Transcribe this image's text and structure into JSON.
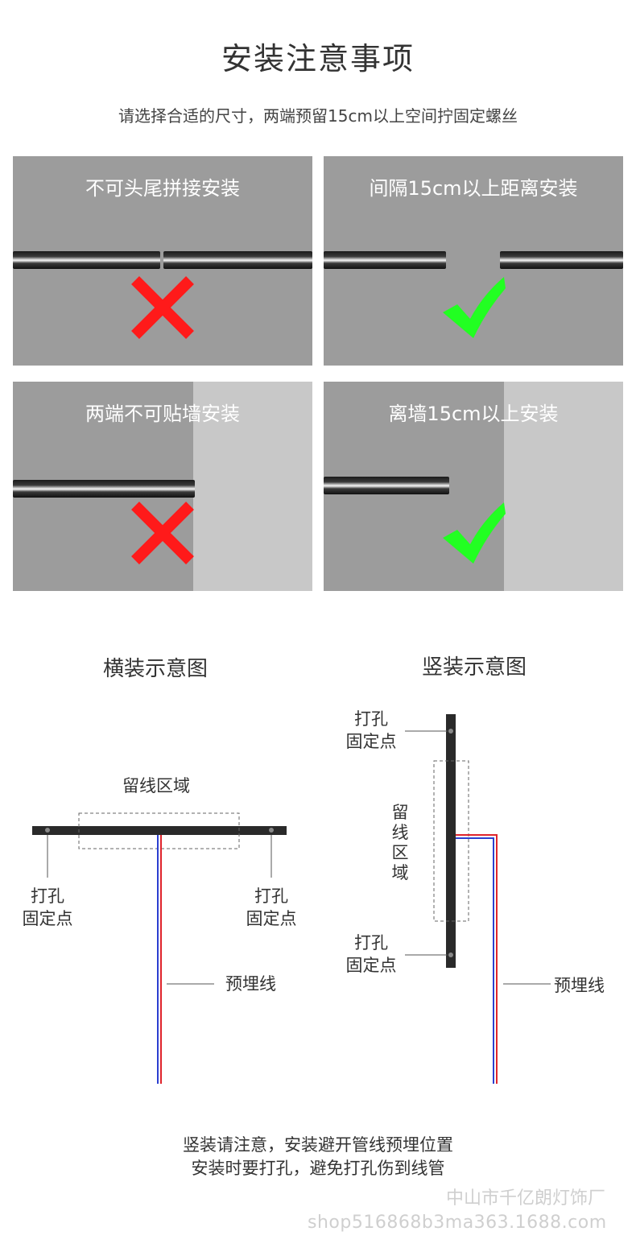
{
  "header": {
    "title": "安装注意事项",
    "subtitle": "请选择合适的尺寸，两端预留15cm以上空间拧固定螺丝"
  },
  "panels": [
    {
      "label": "不可头尾拼接安装",
      "verdict": "wrong"
    },
    {
      "label": "间隔15cm以上距离安装",
      "verdict": "correct"
    },
    {
      "label": "两端不可贴墙安装",
      "verdict": "wrong"
    },
    {
      "label": "离墙15cm以上安装",
      "verdict": "correct"
    }
  ],
  "horizontal": {
    "title": "横装示意图",
    "wire_zone": "留线区域",
    "left_hole": [
      "打孔",
      "固定点"
    ],
    "right_hole": [
      "打孔",
      "固定点"
    ],
    "wire": "预埋线"
  },
  "vertical": {
    "title": "竖装示意图",
    "top_hole": [
      "打孔",
      "固定点"
    ],
    "wire_zone": [
      "留",
      "线",
      "区",
      "域"
    ],
    "bottom_hole": [
      "打孔",
      "固定点"
    ],
    "wire": "预埋线"
  },
  "footer": {
    "note_line1": "竖装请注意，安装避开管线预埋位置",
    "note_line2": "安装时要打孔，避免打孔伤到线管",
    "watermark_shop": "中山市千亿朗灯饰厂",
    "watermark_url": "shop516868b3ma363.1688.com"
  },
  "colors": {
    "panel_bg": "#9c9c9c",
    "wall": "#c8c8c8",
    "wrong": "#ff1a1a",
    "correct": "#22ff22",
    "wire_red": "#e0242c",
    "wire_blue": "#2b3fd0"
  }
}
